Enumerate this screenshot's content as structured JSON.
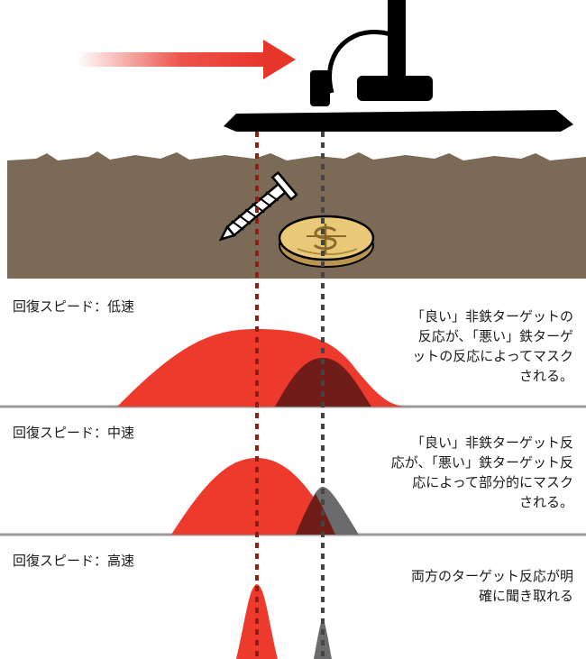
{
  "panels": [
    {
      "label": "回復スピード：低速",
      "description": "「良い」非鉄ターゲットの\n反応が、「悪い」鉄ターゲ\nットの反応によってマスク\nされる。"
    },
    {
      "label": "回復スピード：中速",
      "description": "「良い」非鉄ターゲット反\n応が、「悪い」鉄ターゲット反\n応によって部分的にマスク\nされる。"
    },
    {
      "label": "回復スピード：高速",
      "description": "両方のターゲット反応が明\n確に聞き取れる"
    }
  ],
  "colors": {
    "non_ferrous_response": "#ee3a2c",
    "ferrous_response": "#6b6b6e",
    "overlap": "#701c18",
    "soil": "#7a6a56",
    "divider": "#9a9a9a",
    "arrow": "#e8352a"
  },
  "icons": {
    "coil": "search-coil-icon",
    "screw": "screw-icon",
    "coin": "coin-icon",
    "arrow": "sweep-direction-arrow"
  }
}
